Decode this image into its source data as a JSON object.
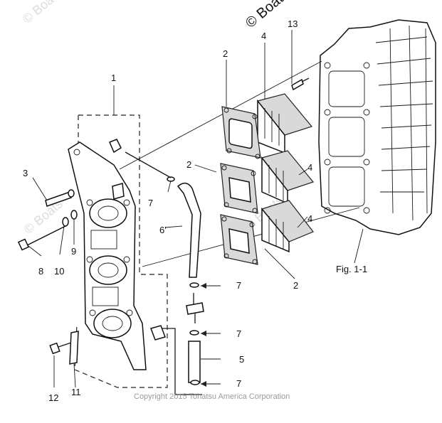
{
  "watermark": {
    "top_left": "© Boats",
    "top_center": "© Boats",
    "mid_left": "© Boats",
    "mid_center": "© Boats"
  },
  "figure_label": "Fig. 1-1",
  "copyright": "Copyright 2015 Tohatsu America Corporation",
  "callouts": {
    "c1": "1",
    "c2a": "2",
    "c2b": "2",
    "c2c": "2",
    "c3": "3",
    "c4a": "4",
    "c4b": "4",
    "c4c": "4",
    "c5": "5",
    "c6": "6'",
    "c7a": "7",
    "c7b": "7",
    "c7c": "7",
    "c7d": "7",
    "c7e": "7",
    "c8": "8",
    "c9": "9",
    "c10": "10",
    "c11": "11",
    "c12": "12",
    "c13": "13"
  }
}
